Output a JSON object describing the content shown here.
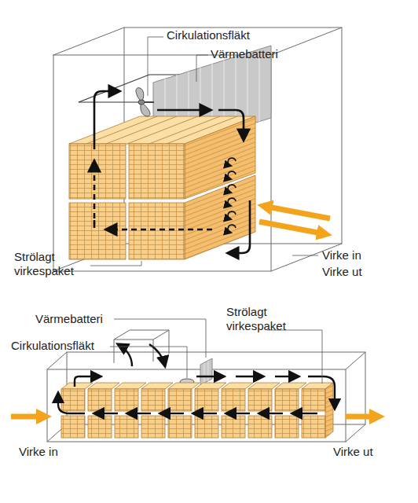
{
  "diagram": {
    "labels": [
      "Cirkulationsfläkt",
      "Värmebatteri",
      "Strölagt virkespaket",
      "Virke in",
      "Virke ut",
      "Värmebatteri",
      "Cirkulationsfläkt",
      "Strölagt virkespaket",
      "Virke in",
      "Virke ut"
    ]
  }
}
